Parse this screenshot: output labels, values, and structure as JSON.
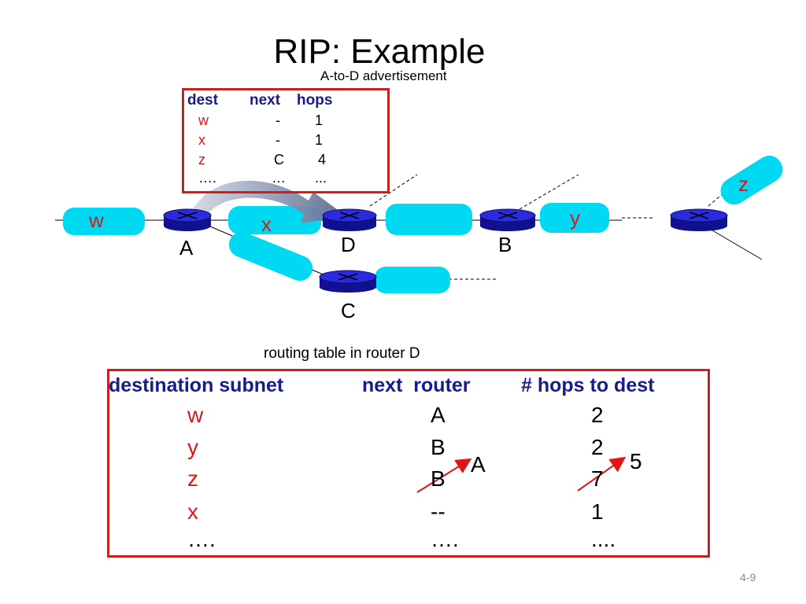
{
  "title": "RIP: Example",
  "advertisement": {
    "caption": "A-to-D advertisement",
    "headers": {
      "dest": "dest",
      "next": "next",
      "hops": "hops"
    },
    "rows": [
      {
        "dest": "w",
        "next": "-",
        "hops": "1"
      },
      {
        "dest": "x",
        "next": "-",
        "hops": "1"
      },
      {
        "dest": "z",
        "next": "C",
        "hops": "4"
      },
      {
        "dest": "….",
        "next": "…",
        "hops": "..."
      }
    ]
  },
  "network": {
    "routers": [
      "A",
      "D",
      "B",
      "C"
    ],
    "subnets": [
      "w",
      "x",
      "y",
      "z"
    ]
  },
  "routing_table": {
    "caption": "routing table in router D",
    "headers": {
      "destination": "destination subnet",
      "next_router": "next  router",
      "hops": "# hops to dest"
    },
    "rows": [
      {
        "dest": "w",
        "next": "A",
        "hops": "2"
      },
      {
        "dest": "y",
        "next": "B",
        "hops": "2"
      },
      {
        "dest": "z",
        "next": "B",
        "hops": "7"
      },
      {
        "dest": "x",
        "next": "--",
        "hops": "1"
      },
      {
        "dest": "….",
        "next": "….",
        "hops": "...."
      }
    ],
    "update": {
      "next": "A",
      "hops": "5"
    }
  },
  "slide_number": "4-9",
  "colors": {
    "subnet": "#00d9f2",
    "router": "#1414c8",
    "accent_red": "#e01515",
    "header_blue": "#1a1a8c"
  }
}
